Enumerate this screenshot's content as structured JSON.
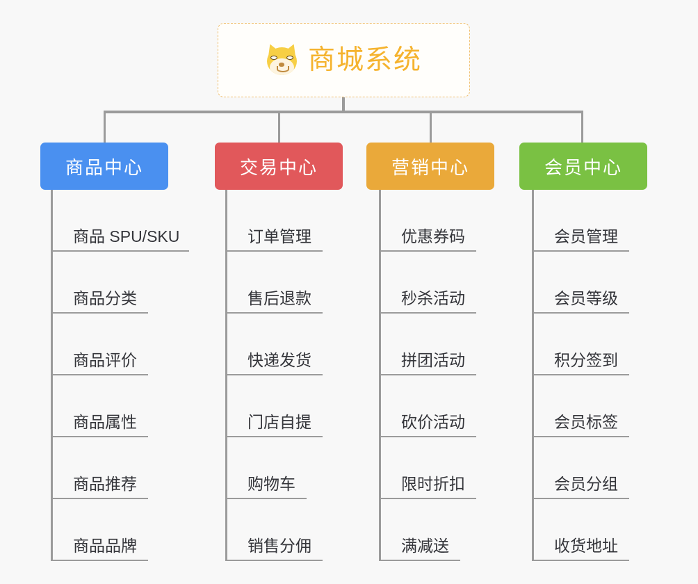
{
  "background_color": "#f8f8f8",
  "root": {
    "title": "商城系统",
    "icon": "shiba-dog-face-icon",
    "text_color": "#f5b32e",
    "border_color": "#f0c070",
    "background_color": "#fffefb"
  },
  "connector_color": "#9b9b9b",
  "columns": [
    {
      "id": "product-center",
      "label": "商品中心",
      "color": "#4a90f0",
      "items": [
        "商品 SPU/SKU",
        "商品分类",
        "商品评价",
        "商品属性",
        "商品推荐",
        "商品品牌"
      ]
    },
    {
      "id": "trade-center",
      "label": "交易中心",
      "color": "#e1585b",
      "items": [
        "订单管理",
        "售后退款",
        "快递发货",
        "门店自提",
        "购物车",
        "销售分佣"
      ]
    },
    {
      "id": "marketing-center",
      "label": "营销中心",
      "color": "#eaa93a",
      "items": [
        "优惠券码",
        "秒杀活动",
        "拼团活动",
        "砍价活动",
        "限时折扣",
        "满减送"
      ]
    },
    {
      "id": "member-center",
      "label": "会员中心",
      "color": "#7ac143",
      "items": [
        "会员管理",
        "会员等级",
        "积分签到",
        "会员标签",
        "会员分组",
        "收货地址"
      ]
    }
  ]
}
